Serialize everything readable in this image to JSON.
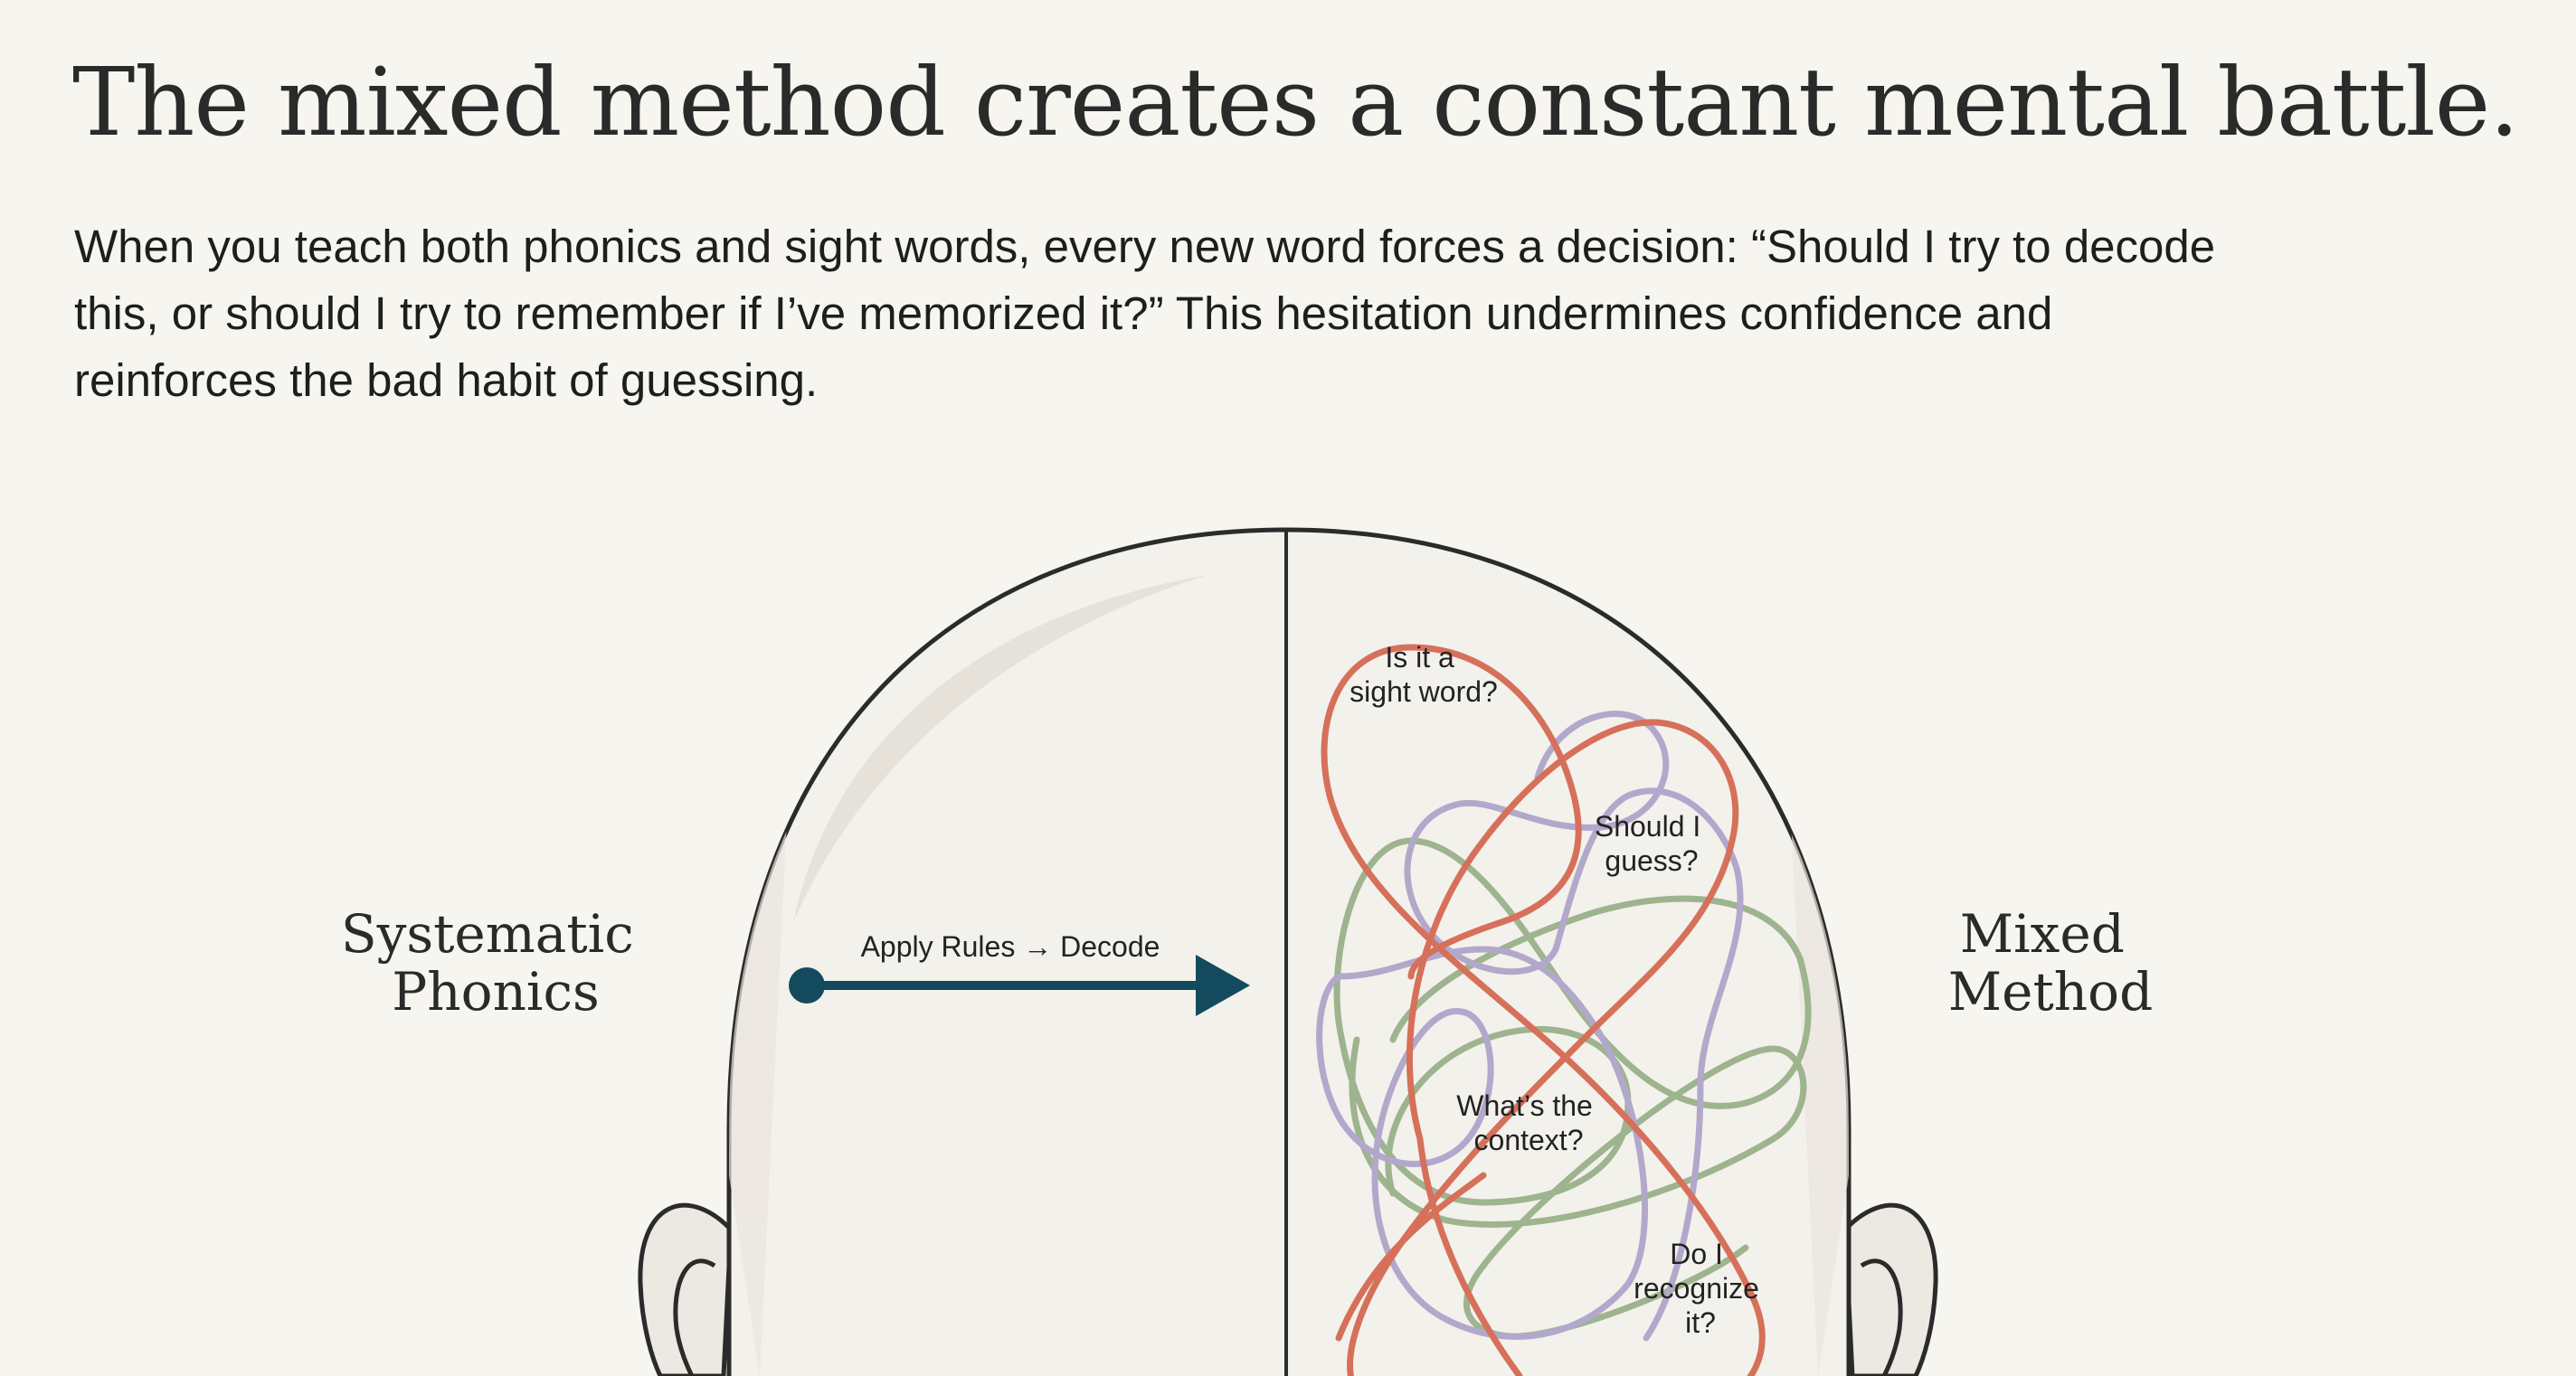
{
  "title": "The mixed method creates a constant mental battle.",
  "paragraph": {
    "lines": [
      "When you teach both phonics and sight words, every new word forces a decision: “Should I try to decode",
      "this, or should I try to remember if I’ve memorized it?” This hesitation undermines confidence and",
      "reinforces the bad habit of guessing."
    ]
  },
  "diagram": {
    "left_label": [
      "Systematic",
      "Phonics"
    ],
    "right_label": [
      "Mixed",
      "Method"
    ],
    "arrow_label": "Apply Rules → Decode",
    "questions": [
      [
        "Is it a",
        "sight word?"
      ],
      [
        "Should I",
        "guess?"
      ],
      [
        "What’s the",
        "context?"
      ],
      [
        "Do I",
        "recognize",
        "it?"
      ]
    ],
    "colors": {
      "arrow": "#134a5e",
      "red": "#d6705a",
      "green": "#9db48f",
      "purple": "#b2a8cc",
      "outline": "#2b2b2b",
      "background": "#f7f5f0"
    }
  }
}
